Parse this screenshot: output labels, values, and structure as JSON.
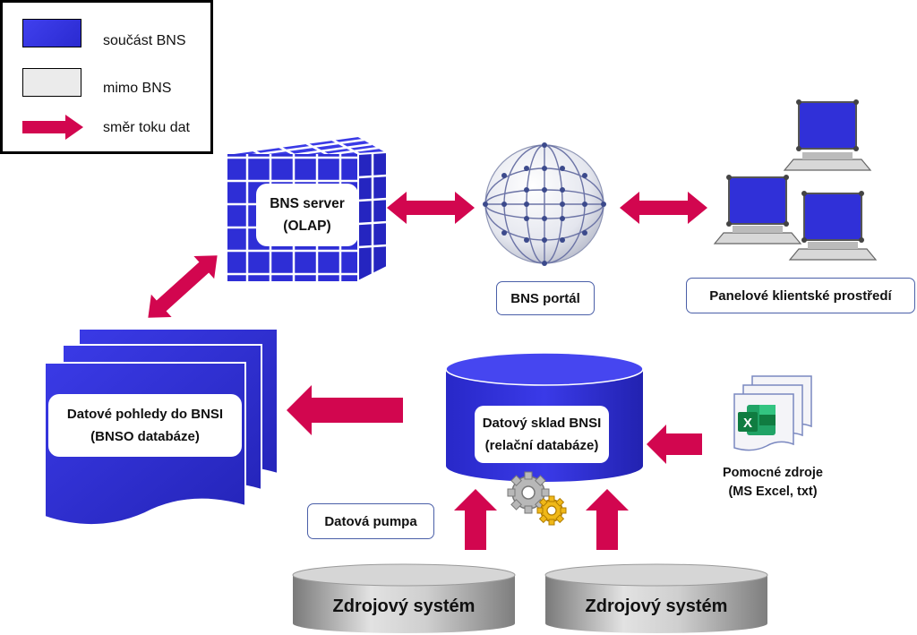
{
  "legend": {
    "items": [
      {
        "label": "součást BNS",
        "color": "#3030d8"
      },
      {
        "label": "mimo BNS",
        "color": "#ebebeb"
      },
      {
        "label": "směr toku dat",
        "color": "#d2064f"
      }
    ]
  },
  "nodes": {
    "olap_server": {
      "line1": "BNS server",
      "line2": "(OLAP)"
    },
    "portal": {
      "label": "BNS portál"
    },
    "client": {
      "label": "Panelové klientské prostředí"
    },
    "data_views": {
      "line1": "Datové pohledy do BNSI",
      "line2": "(BNSO databáze)"
    },
    "warehouse": {
      "line1": "Datový sklad BNSI",
      "line2": "(relační databáze)"
    },
    "aux_sources": {
      "line1": "Pomocné zdroje",
      "line2": "(MS Excel, txt)"
    },
    "data_pump": {
      "label": "Datová pumpa"
    },
    "source_systems": [
      {
        "label": "Zdrojový systém"
      },
      {
        "label": "Zdrojový systém"
      }
    ]
  },
  "colors": {
    "bns_blue": "#3030d8",
    "flow_red": "#d2064f",
    "outside_gray": "#ebebeb",
    "box_border": "#4a5fa8"
  }
}
